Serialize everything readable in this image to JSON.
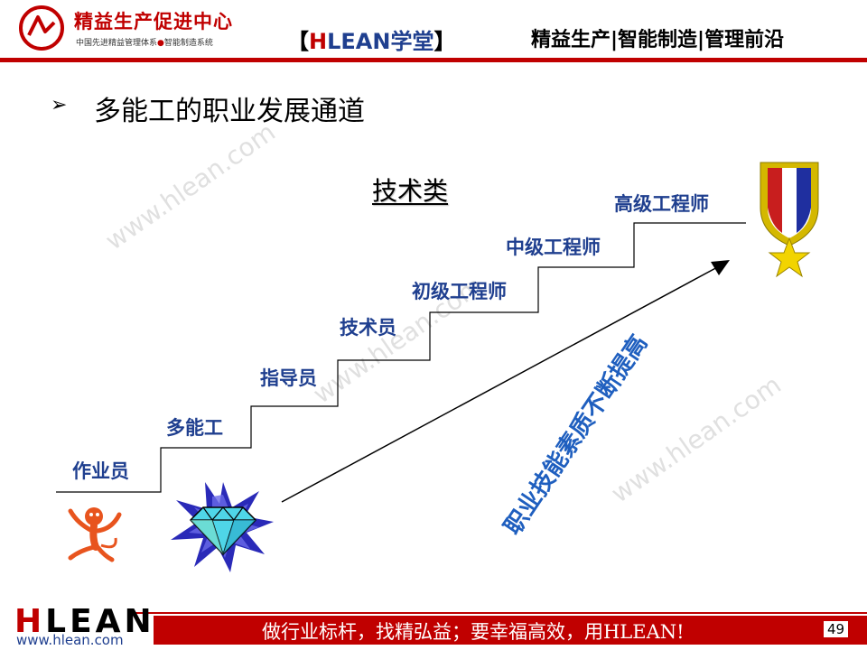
{
  "header": {
    "org_name": "精益生产促进中心",
    "tagline_a": "中国先进精益管理体系",
    "tagline_b": "智能制造系统",
    "brand_open": "【",
    "brand_h": "H",
    "brand_rest": "LEAN",
    "brand_xt": "学堂",
    "brand_close": "】",
    "right_text": "精益生产|智能制造|管理前沿"
  },
  "slide": {
    "bullet": "➢",
    "title": "多能工的职业发展通道",
    "category": "技术类",
    "steps": [
      "作业员",
      "多能工",
      "指导员",
      "技术员",
      "初级工程师",
      "中级工程师",
      "高级工程师"
    ],
    "growth_text": "职业技能素质不断提高"
  },
  "watermark": "www.hlean.com",
  "footer": {
    "logo_h": "H",
    "logo_rest": "LEAN",
    "url": "www.hlean.com",
    "slogan": "做行业标杆，找精弘益；要幸福高效，用HLEAN!",
    "page_number": "49"
  },
  "colors": {
    "brand_red": "#c00000",
    "step_blue": "#1f3f8f",
    "growth_blue": "#1f5fbf"
  }
}
